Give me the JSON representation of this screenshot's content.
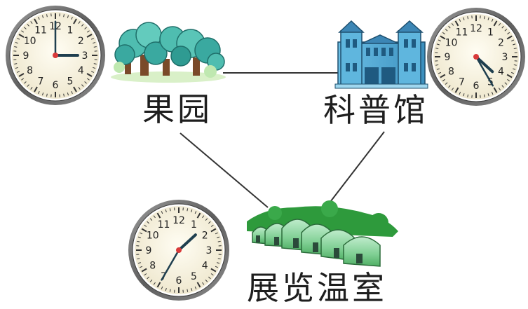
{
  "places": {
    "orchard": {
      "label": "果园",
      "icon": "trees-icon"
    },
    "museum": {
      "label": "科普馆",
      "icon": "museum-building-icon"
    },
    "greenhouse": {
      "label": "展览温室",
      "icon": "greenhouse-icon"
    }
  },
  "clocks": {
    "numerals": [
      "12",
      "1",
      "2",
      "3",
      "4",
      "5",
      "6",
      "7",
      "8",
      "9",
      "10",
      "11"
    ],
    "orchard": {
      "time": "3:00",
      "hour": 3,
      "minute": 0
    },
    "museum": {
      "time": "4:25",
      "hour": 4,
      "minute": 25
    },
    "greenhouse": {
      "time": "1:35",
      "hour": 1,
      "minute": 35
    }
  },
  "routes": [
    {
      "from": "orchard",
      "to": "museum"
    },
    {
      "from": "orchard",
      "to": "greenhouse"
    },
    {
      "from": "museum",
      "to": "greenhouse"
    }
  ],
  "colors": {
    "clock_rim": "#6b6b6b",
    "clock_face": "#fbf7e6",
    "clock_hand": "#1f3f4f",
    "tree_green": "#3aa9a0",
    "building_blue": "#4ba3cf",
    "greenhouse_green": "#2e9a3c"
  }
}
